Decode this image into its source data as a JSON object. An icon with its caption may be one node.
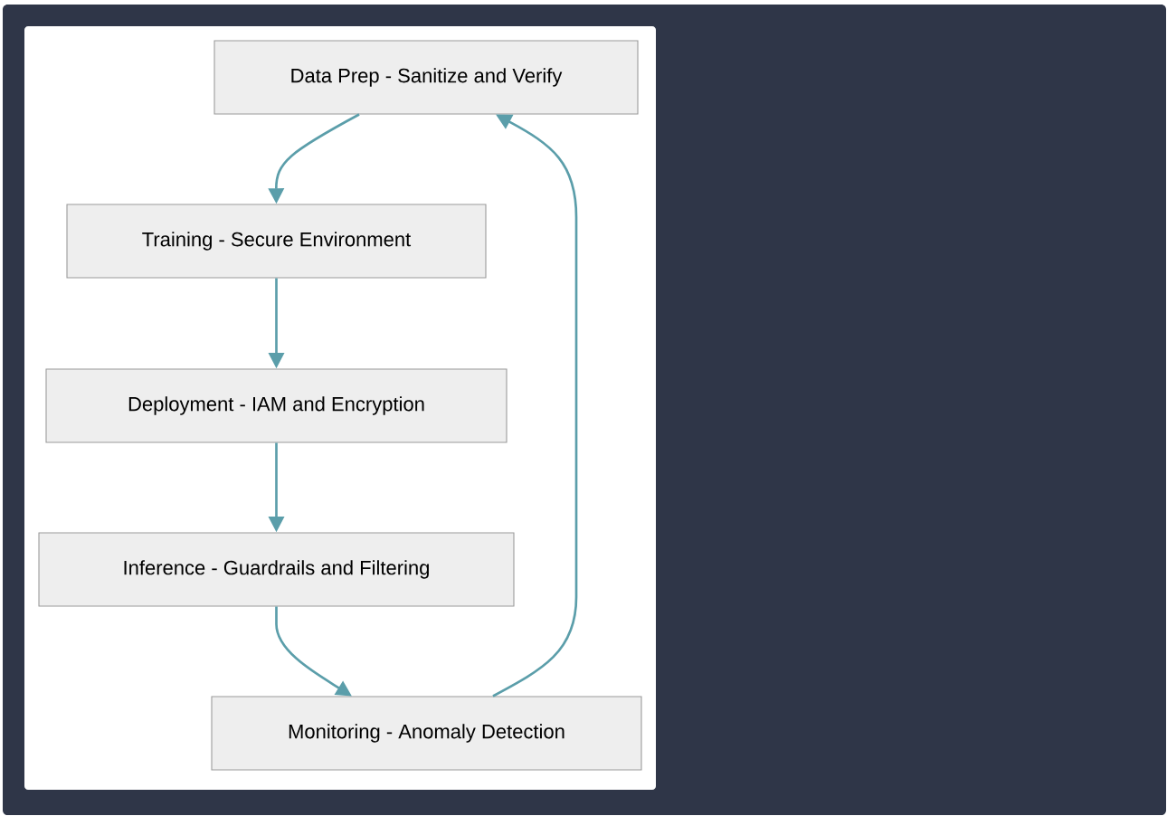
{
  "diagram": {
    "nodes": [
      {
        "text": [
          "Data Prep - Sanitize and Verify"
        ]
      },
      {
        "text": [
          "Training - Secure Environment"
        ]
      },
      {
        "text": [
          "Deployment - IAM and Encryption"
        ]
      },
      {
        "text": [
          "Inference - Guardrails and Filtering"
        ]
      },
      {
        "text": [
          "Monitoring - Anomaly Detection"
        ]
      }
    ],
    "edges": [
      {
        "from": 0,
        "to": 1,
        "arrow": "to"
      },
      {
        "from": 1,
        "to": 2,
        "arrow": "to"
      },
      {
        "from": 2,
        "to": 3,
        "arrow": "to"
      },
      {
        "from": 3,
        "to": 4,
        "arrow": "to"
      },
      {
        "from": 4,
        "to": 0,
        "arrow": "to"
      }
    ]
  }
}
